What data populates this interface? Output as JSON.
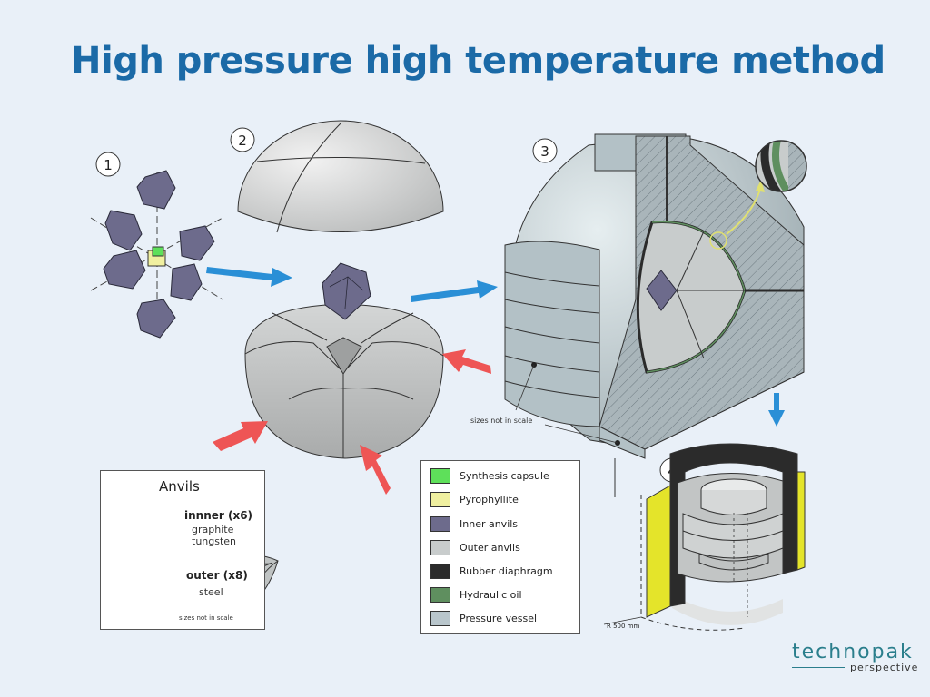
{
  "title": "High pressure high temperature method",
  "step_numbers": [
    "1",
    "2",
    "3",
    "4"
  ],
  "scale_note": "sizes not in scale",
  "radius_label": "R 500 mm",
  "anvils_box": {
    "title": "Anvils",
    "inner_label": "innner (x6)",
    "inner_material_1": "graphite",
    "inner_material_2": "tungsten",
    "outer_label": "outer (x8)",
    "outer_material": "steel",
    "note": "sizes not in scale"
  },
  "legend": [
    {
      "label": "Synthesis capsule",
      "color": "#5ee05a"
    },
    {
      "label": "Pyrophyllite",
      "color": "#f0f0a0"
    },
    {
      "label": "Inner anvils",
      "color": "#6d6b8c"
    },
    {
      "label": "Outer anvils",
      "color": "#c8cccc"
    },
    {
      "label": "Rubber diaphragm",
      "color": "#2b2b2b"
    },
    {
      "label": "Hydraulic oil",
      "color": "#5f8f5f"
    },
    {
      "label": "Pressure vessel",
      "color": "#b9c6cc"
    }
  ],
  "brand": {
    "name": "technopak",
    "tagline": "perspective"
  },
  "colors": {
    "title": "#1b6aa7",
    "arrow_blue": "#2a8fd6",
    "arrow_red": "#ee5555",
    "brand": "#2a7e8c"
  }
}
